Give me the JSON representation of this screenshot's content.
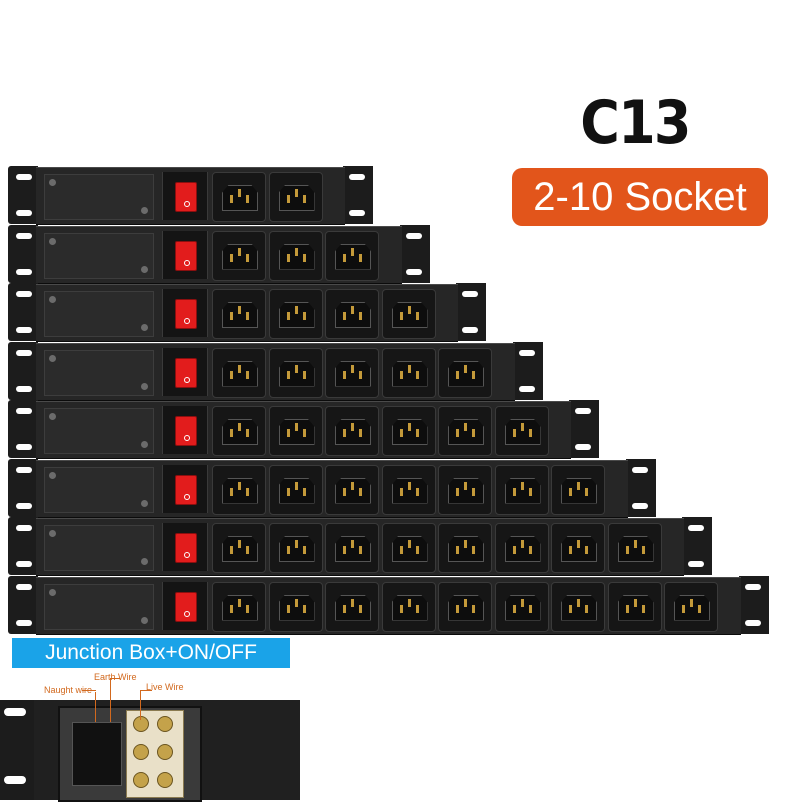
{
  "header": {
    "title": "C13",
    "socket_range": "2-10 Socket"
  },
  "colors": {
    "badge": "#e2551b",
    "junction_label_bg": "#1aa3e8",
    "switch": "#e21c1c",
    "body": "#262626"
  },
  "pdu_units": [
    {
      "outlets": 2
    },
    {
      "outlets": 3
    },
    {
      "outlets": 4
    },
    {
      "outlets": 5
    },
    {
      "outlets": 6
    },
    {
      "outlets": 7
    },
    {
      "outlets": 8
    },
    {
      "outlets": 9
    }
  ],
  "detail": {
    "label": "Junction Box+ON/OFF",
    "wire_labels": {
      "earth": "Earth Wire",
      "naught": "Naught wire",
      "live": "Live Wire"
    }
  }
}
